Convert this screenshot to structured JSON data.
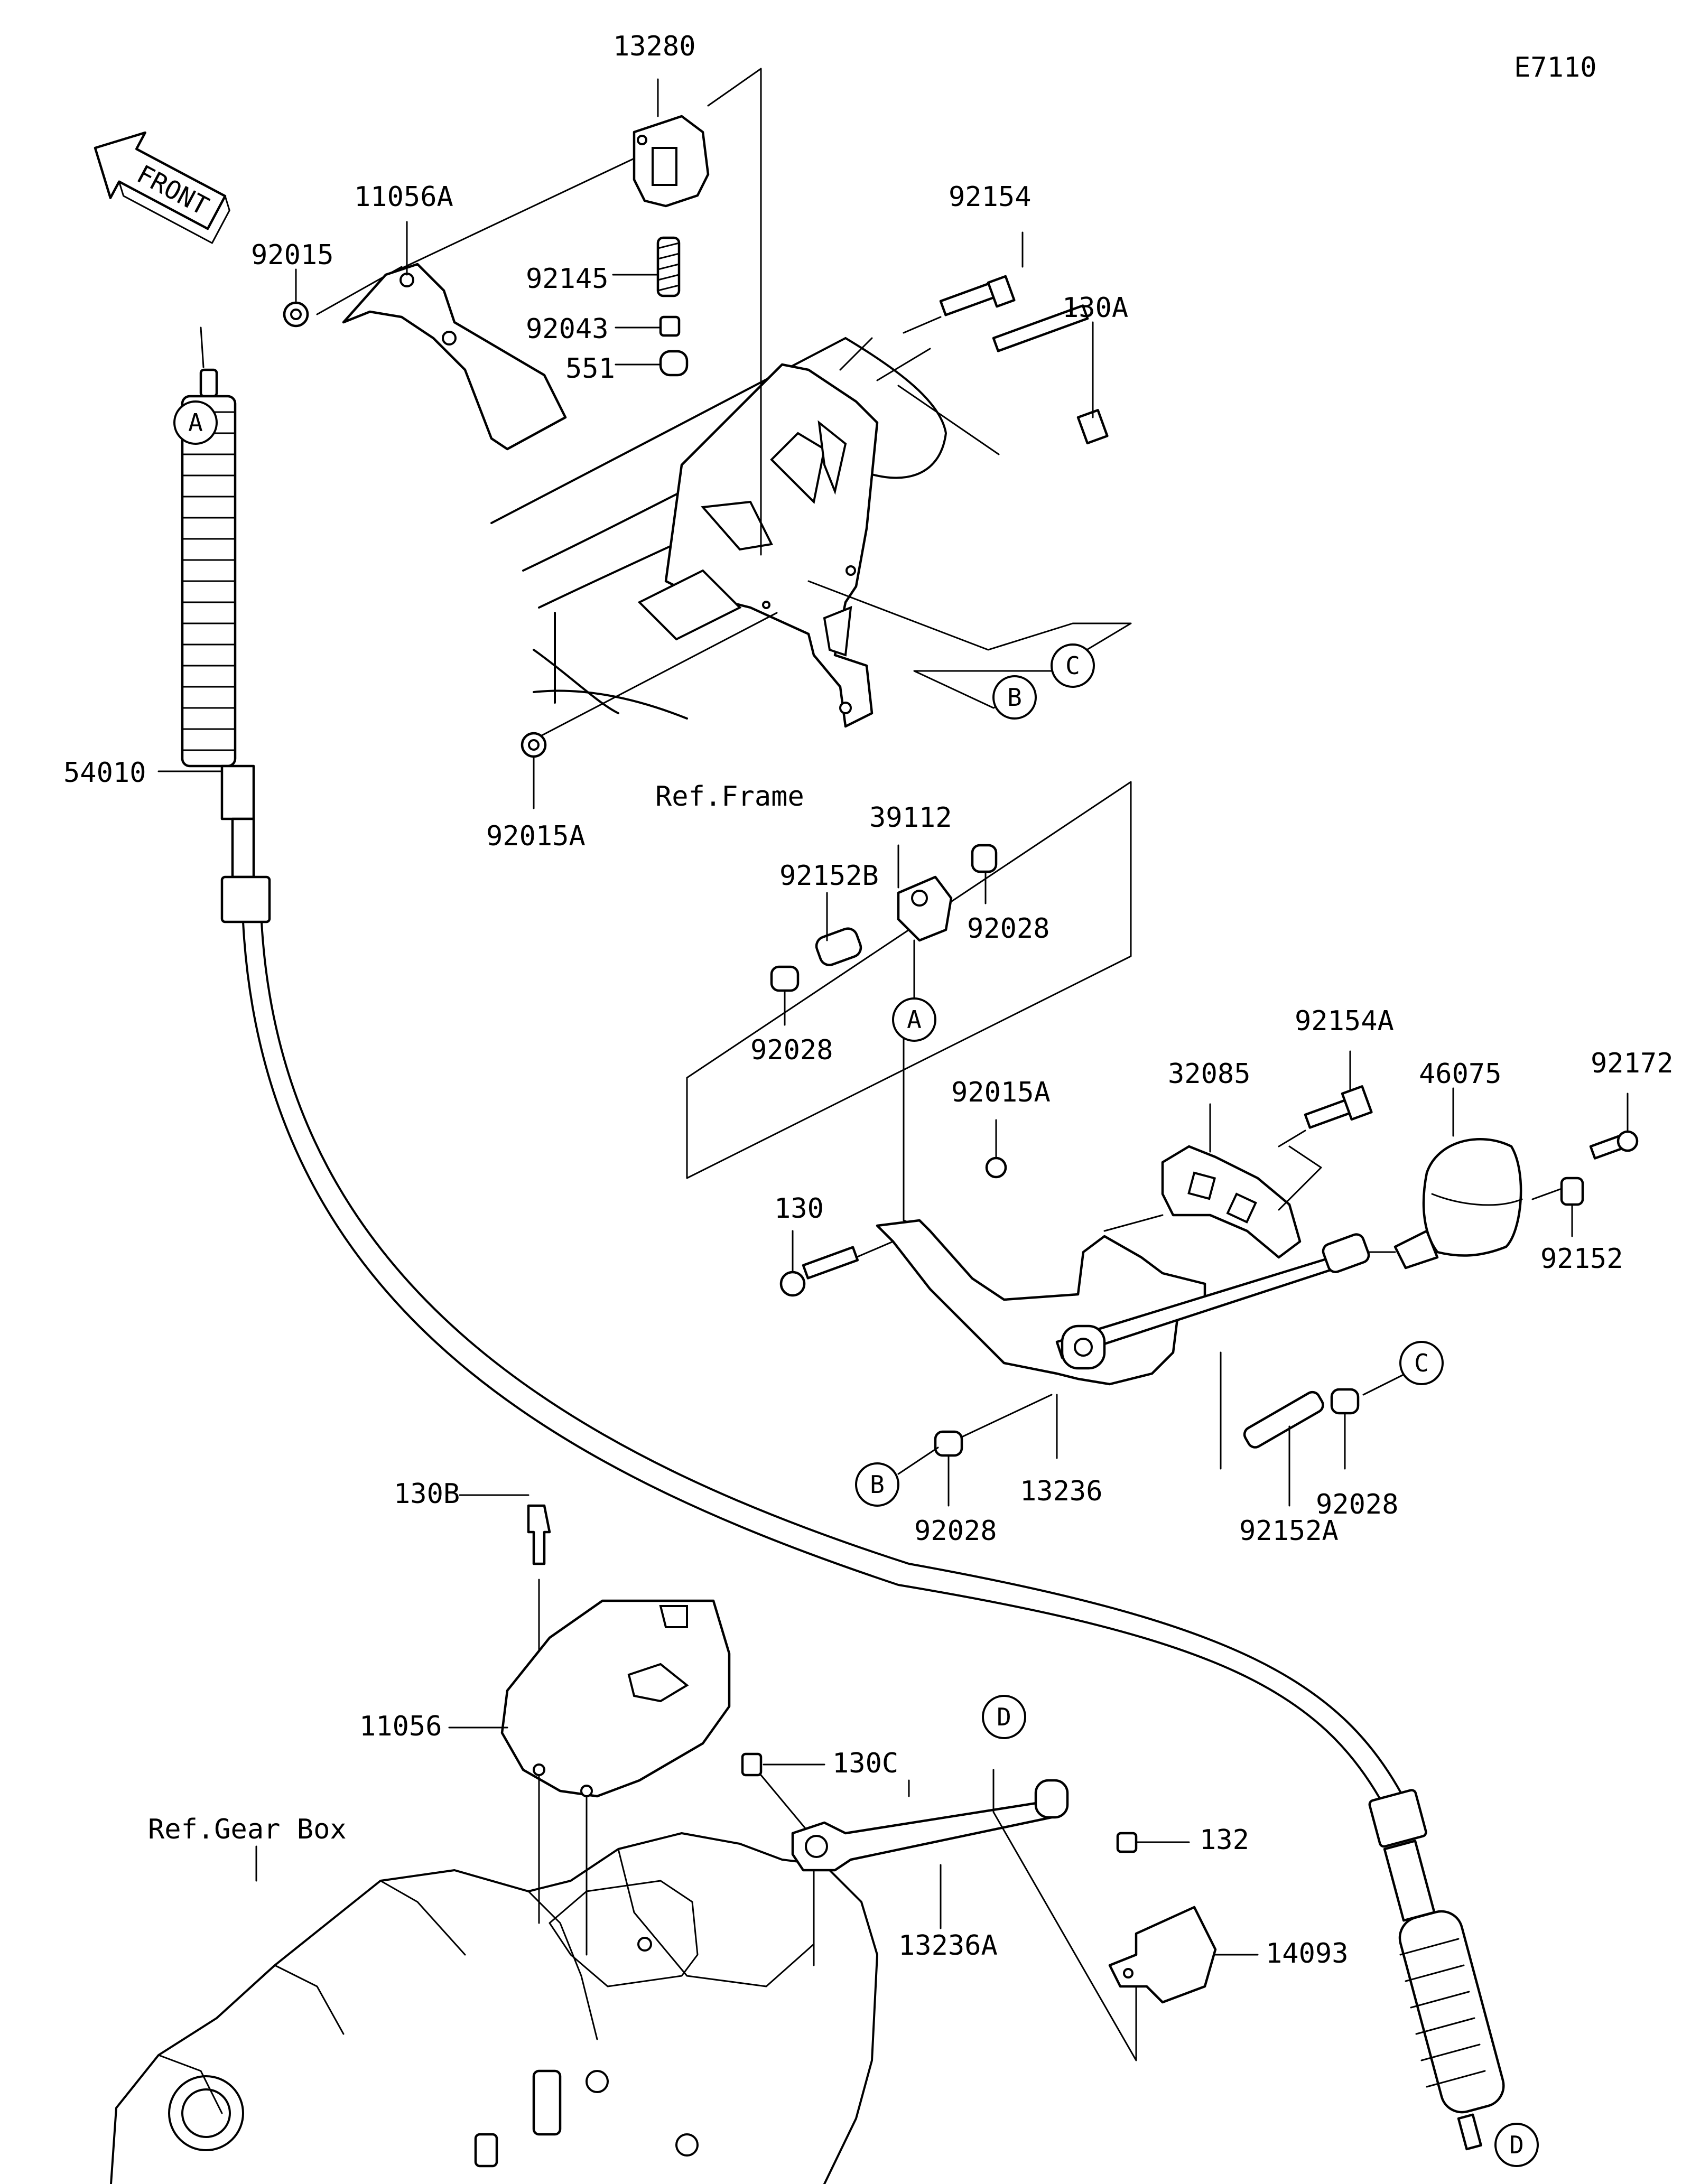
{
  "diagram_code": "E7110",
  "front_label": "FRONT",
  "labels": {
    "p13280": "13280",
    "p11056A": "11056A",
    "p92015": "92015",
    "p92145": "92145",
    "p92043": "92043",
    "p551": "551",
    "p92154": "92154",
    "p130A": "130A",
    "p54010": "54010",
    "p92015A_top": "92015A",
    "ref_frame": "Ref.Frame",
    "p39112": "39112",
    "p92152B": "92152B",
    "p92028_a": "92028",
    "p92028_b": "92028",
    "p92154A": "92154A",
    "p32085": "32085",
    "p46075": "46075",
    "p92172": "92172",
    "p92015A_mid": "92015A",
    "p130": "130",
    "p92152": "92152",
    "p92028_c": "92028",
    "p13236": "13236",
    "p92028_d": "92028",
    "p92152A": "92152A",
    "p130B": "130B",
    "p11056": "11056",
    "ref_gear_box": "Ref.Gear Box",
    "p130C": "130C",
    "p13236A": "13236A",
    "p132": "132",
    "p14093": "14093"
  },
  "callouts": {
    "A": "A",
    "B": "B",
    "C": "C",
    "D": "D"
  }
}
